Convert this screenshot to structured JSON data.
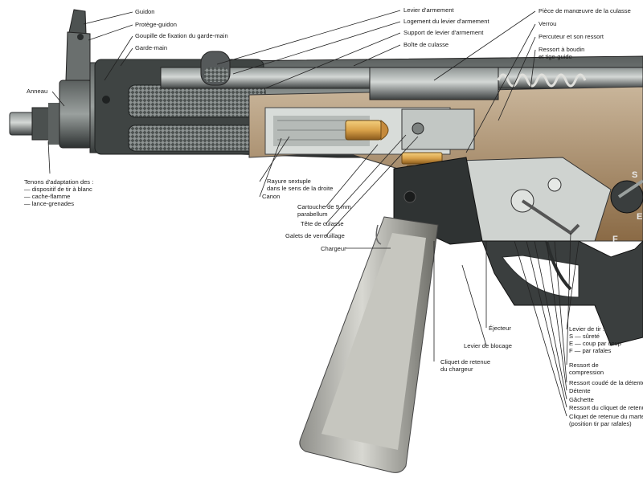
{
  "labels": {
    "guidon": "Guidon",
    "protege_guidon": "Protège-guidon",
    "goupille": "Goupille de fixation du garde-main",
    "garde_main": "Garde-main",
    "anneau": "Anneau",
    "tenons": "Tenons d'adaptation des :\n— dispositif de tir à blanc\n— cache-flamme\n— lance-grenades",
    "levier_armement": "Levier d'armement",
    "logement_levier": "Logement du levier d'armement",
    "support_levier": "Support de levier d'armement",
    "boite_culasse": "Boîte de culasse",
    "piece_manoeuvre": "Pièce de manœuvre de la culasse",
    "verrou": "Verrou",
    "percuteur": "Percuteur et son ressort",
    "ressort_boudin": "Ressort à boudin\net tige-guide",
    "rayure": "Rayure sextuple\ndans le sens de la droite",
    "canon": "Canon",
    "cartouche": "Cartouche de 9 mm\nparabellum",
    "tete_culasse": "Tête de culasse",
    "galets": "Galets de verrouillage",
    "chargeur": "Chargeur",
    "ejecteur": "Éjecteur",
    "levier_blocage": "Levier de blocage",
    "cliquet_chargeur": "Cliquet de retenue\ndu chargeur",
    "levier_tir": "Levier de tir :\nS — sûreté\nE — coup par coup\nF — par rafales",
    "ressort_compression": "Ressort de\ncompression",
    "ressort_coude": "Ressort coudé de la détente",
    "detente": "Détente",
    "gachette": "Gâchette",
    "ressort_cliquet": "Ressort du cliquet de retenue",
    "cliquet_marteau": "Cliquet de retenue du marteau\n(position tir par rafales)"
  },
  "selector_marks": [
    "S",
    "E",
    "F"
  ],
  "colors": {
    "metal_dark": "#3b3f3f",
    "metal_mid": "#6e7473",
    "metal_light": "#b9bfbd",
    "brass": "#d9a24a",
    "wood_tan": "#8a6a45",
    "leader": "#222222"
  }
}
